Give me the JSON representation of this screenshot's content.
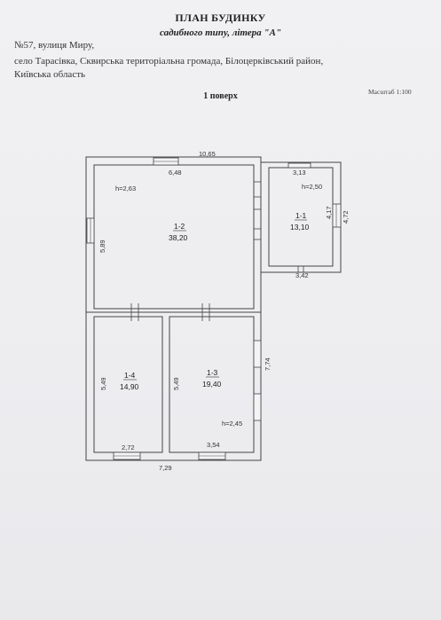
{
  "header": {
    "title": "ПЛАН БУДИНКУ",
    "subtitle": "садибного типу, літера \"А\"",
    "address_line1": "№57, вулиця Миру,",
    "address_line2": "село Тарасівка, Сквирська територіальна громада, Білоцерківський район,",
    "address_line3": "Київська область",
    "floor": "1 поверх",
    "scale": "Масштаб 1:100"
  },
  "plan": {
    "dims": {
      "top_total": "10,65",
      "top_left_window": "6,48",
      "top_right_room": "3,13",
      "right_inner": "4,17",
      "right_outer": "4,72",
      "bottom_right_room": "3,42",
      "left_height": "5,89",
      "right_middle": "7,74",
      "room14_height": "5,49",
      "room13_height": "5,49",
      "room14_width": "2,72",
      "room13_width": "3,54",
      "bottom_total": "7,29"
    },
    "heights": {
      "main": "h=2,63",
      "room11": "h=2,50",
      "room13": "h=2,45"
    },
    "rooms": [
      {
        "id": "1-2",
        "area": "38,20"
      },
      {
        "id": "1-1",
        "area": "13,10"
      },
      {
        "id": "1-4",
        "area": "14,90"
      },
      {
        "id": "1-3",
        "area": "19,40"
      }
    ]
  }
}
